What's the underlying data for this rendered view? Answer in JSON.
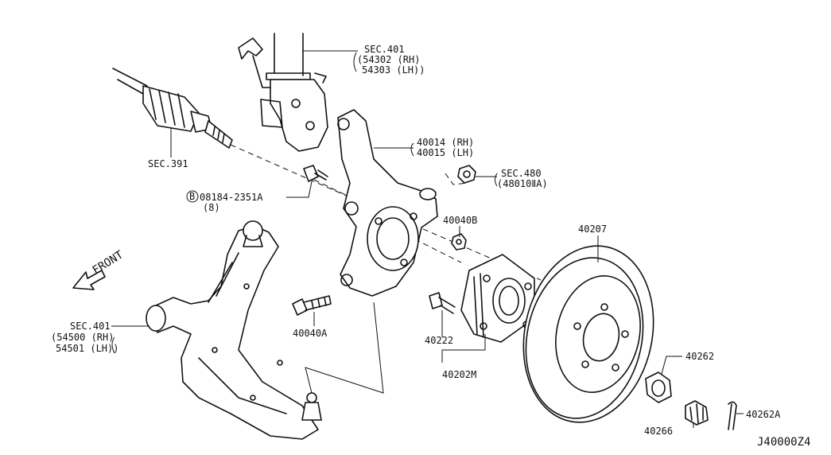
{
  "labels": {
    "sec401_top": "SEC.401",
    "p54302": "(54302 (RH)",
    "p54303": "54303 (LH))",
    "sec391": "SEC.391",
    "p40014": "40014 (RH)",
    "p40015": "40015 (LH)",
    "sec480": "SEC.480",
    "p48010": "(48010ⅡA)",
    "bolt_circle": "B",
    "bolt_part": "08184-2351A",
    "bolt_qty": "(8)",
    "p40040b": "40040B",
    "p40207": "40207",
    "front": "FRONT",
    "sec401_left": "SEC.401",
    "p54500": "(54500 (RH)",
    "p54501": "54501 (LH))",
    "p40040a": "40040A",
    "p40222": "40222",
    "p40202m": "40202M",
    "p40262": "40262",
    "p40262a": "40262A",
    "p40266": "40266",
    "drawing_id": "J40000Z4"
  },
  "icons": {
    "front_arrow": "hollow-arrow-left-down"
  }
}
